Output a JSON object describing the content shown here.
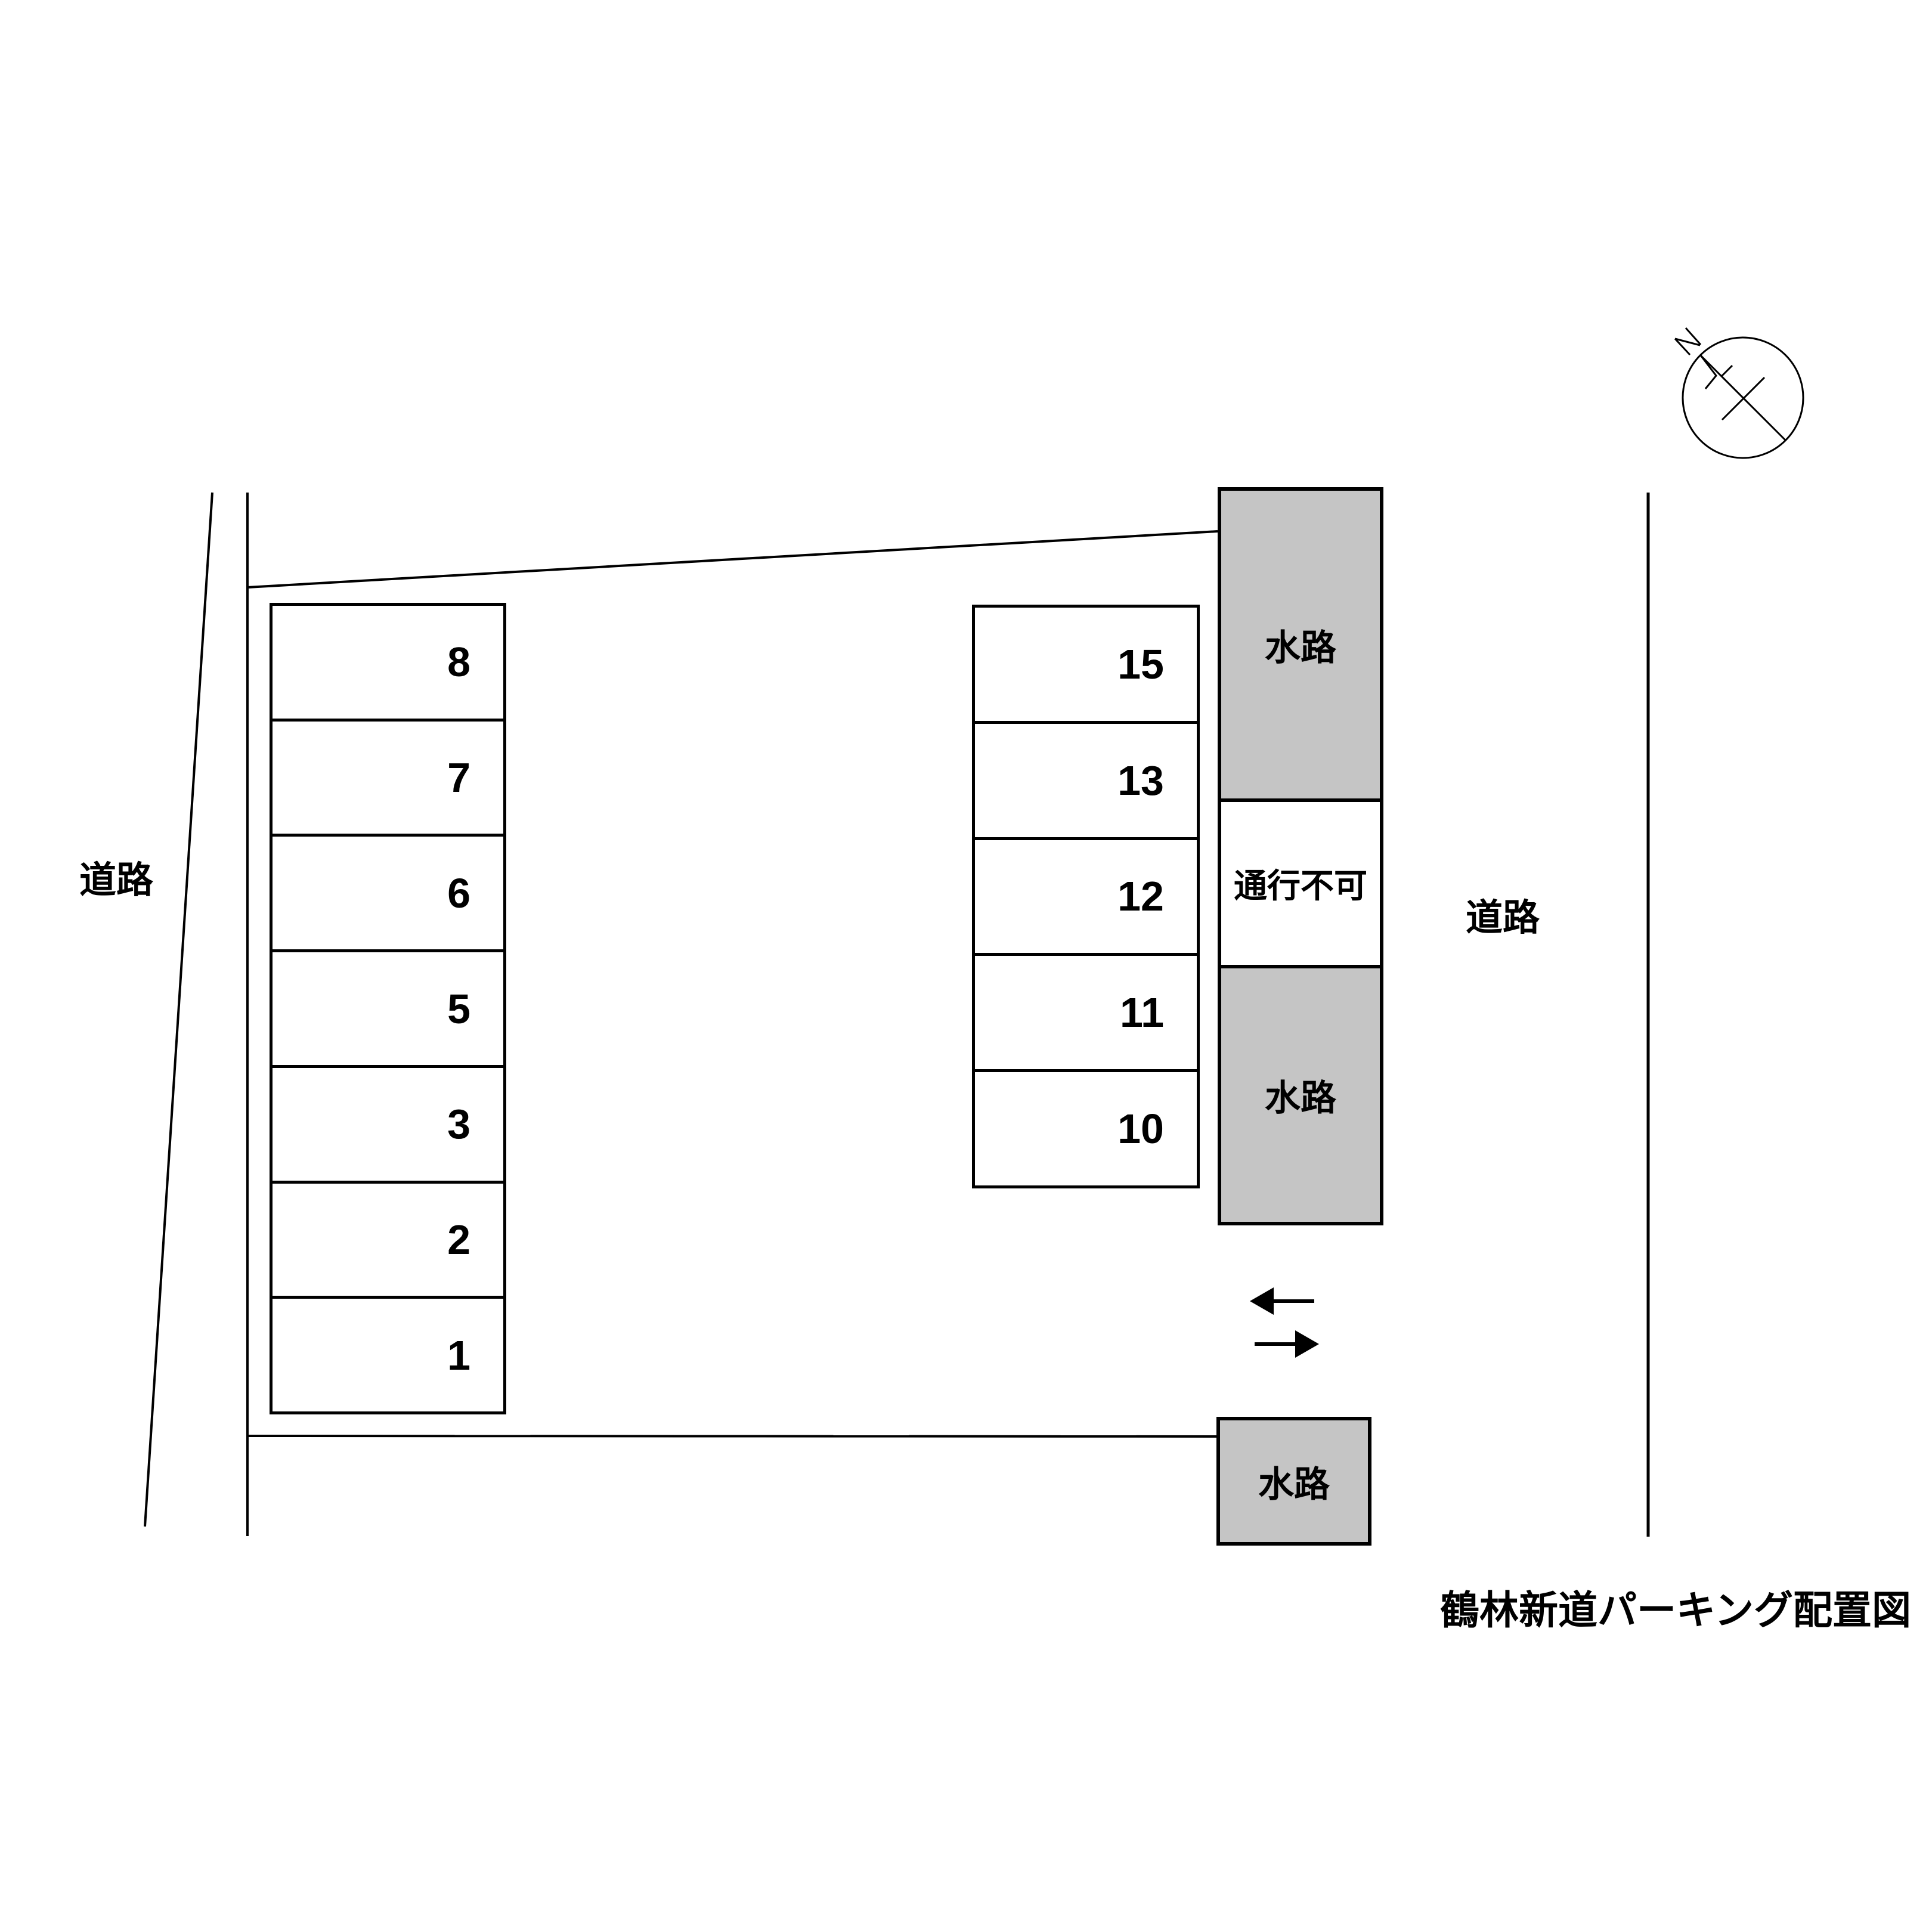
{
  "diagram": {
    "title": "鶴林新道パーキング配置図",
    "labels": {
      "road_left": "道路",
      "road_right": "道路",
      "waterway": "水路",
      "no_passage": "通行不可"
    },
    "parking": {
      "left_column": [
        "8",
        "7",
        "6",
        "5",
        "3",
        "2",
        "1"
      ],
      "right_column": [
        "15",
        "13",
        "12",
        "11",
        "10"
      ]
    },
    "icons": {
      "compass": "north-arrow-compass",
      "arrow_left": "flow-arrow-left",
      "arrow_right": "flow-arrow-right"
    },
    "colors": {
      "background": "#ffffff",
      "line": "#000000",
      "waterway_fill": "#c5c5c5"
    }
  }
}
